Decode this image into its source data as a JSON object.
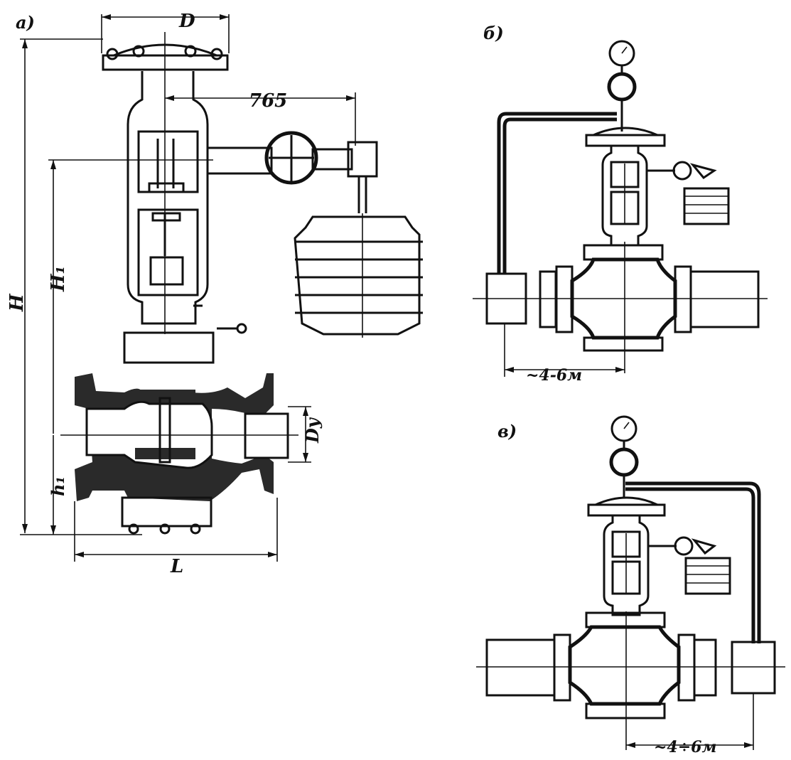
{
  "panels": {
    "a": {
      "label": "a)"
    },
    "b": {
      "label": "б)"
    },
    "c": {
      "label": "в)"
    }
  },
  "dimensions": {
    "diameter": "D",
    "lever_length": "765",
    "height": "H",
    "height_h1_upper": "H₁",
    "height_h1_lower": "h₁",
    "nominal_bore": "Dy",
    "length": "L",
    "impulse_distance_b": "~4-6м",
    "impulse_distance_c": "~4÷6м"
  },
  "colors": {
    "ink": "#111111",
    "paper": "#ffffff"
  }
}
